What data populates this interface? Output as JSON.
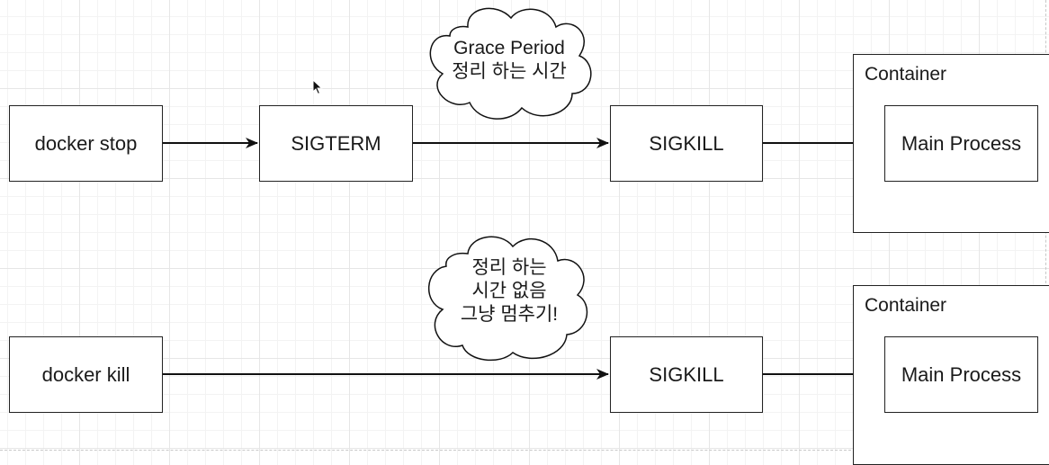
{
  "nodes": {
    "docker_stop": "docker stop",
    "sigterm": "SIGTERM",
    "sigkill_top": "SIGKILL",
    "docker_kill": "docker kill",
    "sigkill_bottom": "SIGKILL"
  },
  "containers": {
    "top": {
      "label": "Container",
      "process": "Main Process"
    },
    "bottom": {
      "label": "Container",
      "process": "Main Process"
    }
  },
  "clouds": {
    "grace": [
      "Grace Period",
      "정리 하는 시간"
    ],
    "no_time": [
      "정리 하는",
      "시간 없음",
      "그냥 멈추기!"
    ]
  },
  "icons": {
    "arrowhead": "arrowhead-icon",
    "cloud": "cloud-shape-icon",
    "cursor": "mouse-cursor-icon"
  },
  "colors": {
    "stroke": "#222222",
    "grid": "#e6e6e6",
    "background": "#ffffff"
  }
}
